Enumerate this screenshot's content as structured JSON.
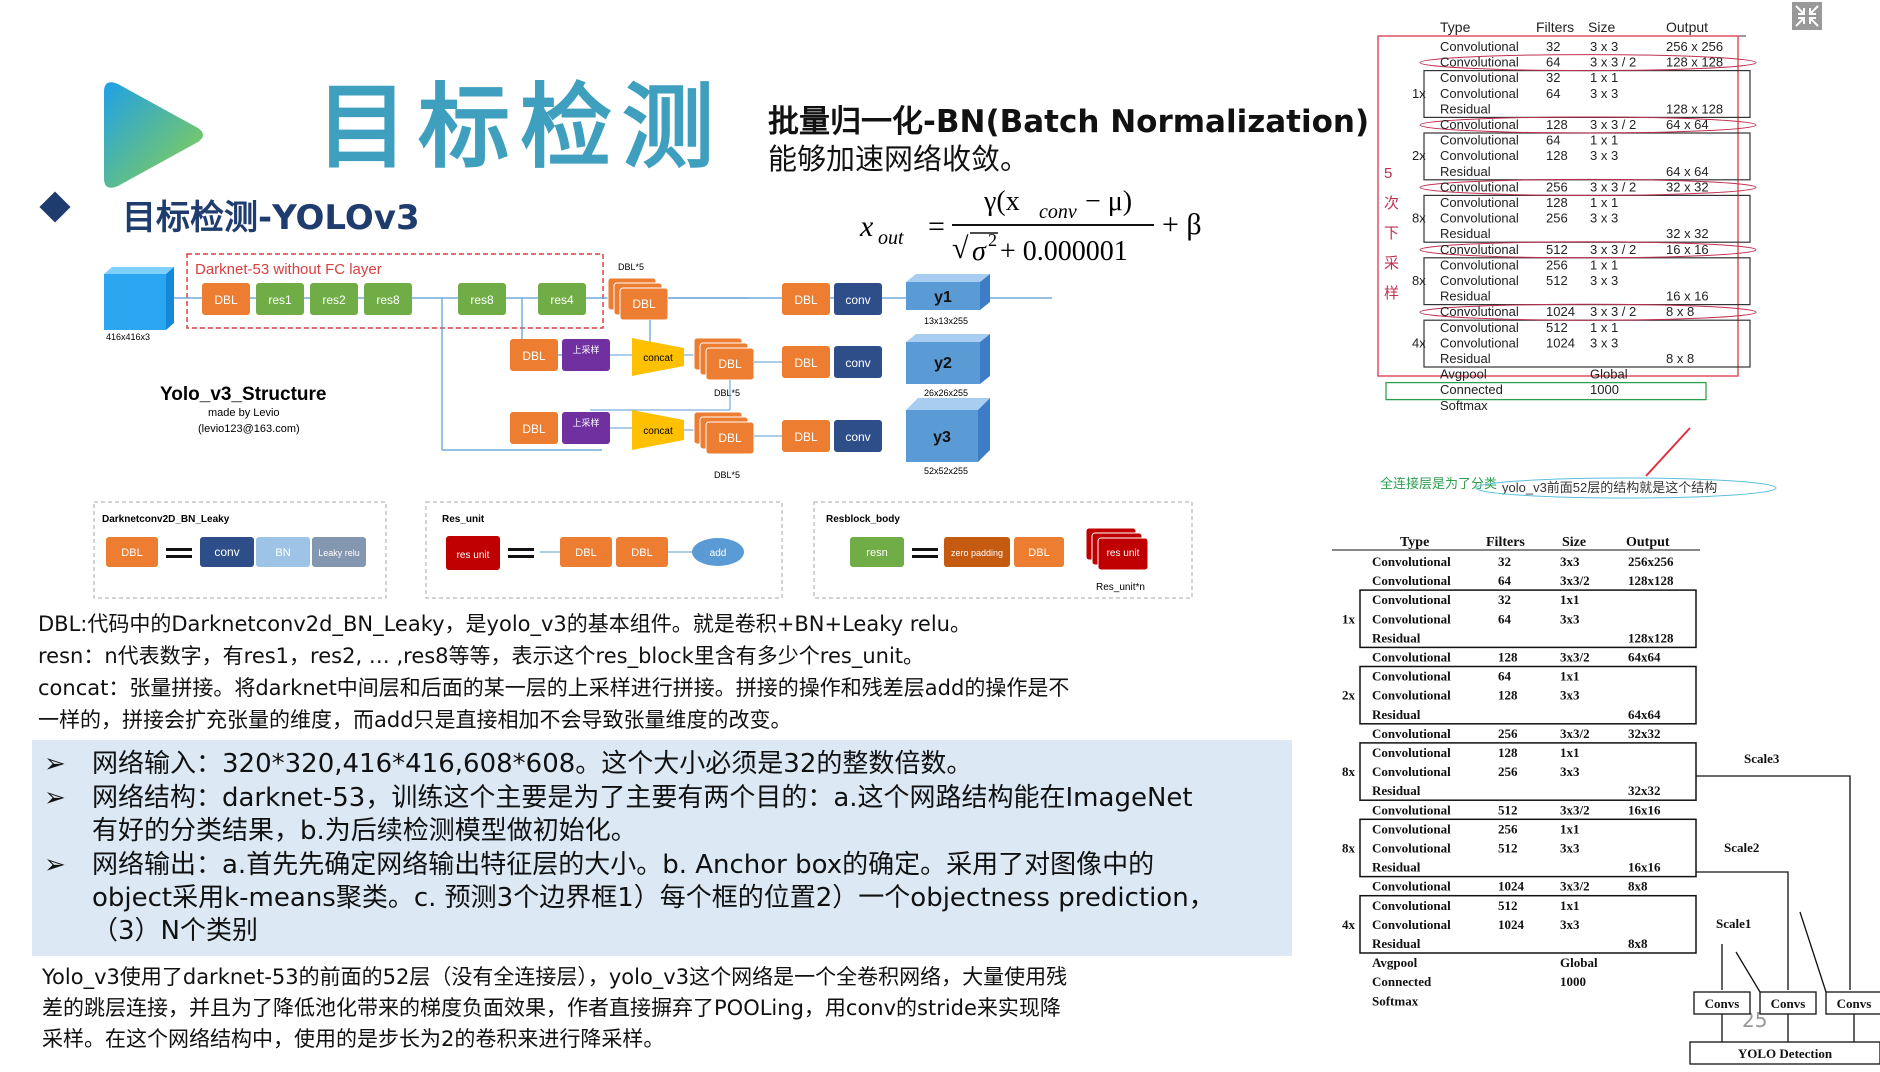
{
  "slide": {
    "title": "目标检测",
    "subtitle": "目标检测-YOLOv3",
    "page_number": "25"
  },
  "bn": {
    "title": "批量归一化-BN(Batch Normalization)",
    "subtitle": "能够加速网络收敛。",
    "formula": {
      "lhs": "x",
      "lhs_sub": "out",
      "eq": "=",
      "num": "γ(x",
      "num_sub": "conv",
      "num_tail": " − μ)",
      "den_root": "√",
      "den": "σ",
      "den_sup": "2",
      "den_tail": " + 0.000001",
      "tail": "+ β"
    }
  },
  "diagram": {
    "darknet_label": "Darknet-53 without FC layer",
    "input_label": "416x416x3",
    "backbone": [
      "DBL",
      "res1",
      "res2",
      "res8",
      "res8",
      "res4"
    ],
    "dbl5": "DBL*5",
    "dbl": "DBL",
    "conv": "conv",
    "upsample": "上采样",
    "concat": "concat",
    "outputs": [
      {
        "name": "y1",
        "size": "13x13x255"
      },
      {
        "name": "y2",
        "size": "26x26x255"
      },
      {
        "name": "y3",
        "size": "52x52x255"
      }
    ],
    "structure_title": "Yolo_v3_Structure",
    "made_by": "made by Levio",
    "email": "(levio123@163.com)",
    "legend": {
      "darknetconv": {
        "title": "Darknetconv2D_BN_Leaky",
        "items": [
          "DBL",
          "conv",
          "BN",
          "Leaky relu"
        ]
      },
      "res_unit": {
        "title": "Res_unit",
        "items": [
          "res unit",
          "DBL",
          "DBL",
          "add"
        ]
      },
      "resblock": {
        "title": "Resblock_body",
        "items": [
          "resn",
          "zero padding",
          "DBL",
          "res unit"
        ],
        "caption": "Res_unit*n"
      }
    }
  },
  "descriptions": [
    "DBL:代码中的Darknetconv2d_BN_Leaky，是yolo_v3的基本组件。就是卷积+BN+Leaky relu。",
    "resn：n代表数字，有res1，res2, … ,res8等等，表示这个res_block里含有多少个res_unit。",
    "concat：张量拼接。将darknet中间层和后面的某一层的上采样进行拼接。拼接的操作和残差层add的操作是不",
    "一样的，拼接会扩充张量的维度，而add只是直接相加不会导致张量维度的改变。"
  ],
  "bullets": [
    {
      "lines": [
        "网络输入：320*320,416*416,608*608。这个大小必须是32的整数倍数。"
      ]
    },
    {
      "lines": [
        "网络结构：darknet-53，训练这个主要是为了主要有两个目的：a.这个网路结构能在ImageNet",
        "有好的分类结果，b.为后续检测模型做初始化。"
      ]
    },
    {
      "lines": [
        "网络输出：a.首先先确定网络输出特征层的大小。b. Anchor box的确定。采用了对图像中的",
        "object采用k-means聚类。c. 预测3个边界框1）每个框的位置2）一个objectness prediction，",
        "（3）N个类别"
      ]
    }
  ],
  "footer": [
    "Yolo_v3使用了darknet-53的前面的52层（没有全连接层），yolo_v3这个网络是一个全卷积网络，大量使用残",
    "差的跳层连接，并且为了降低池化带来的梯度负面效果，作者直接摒弃了POOLing，用conv的stride来实现降",
    "采样。在这个网络结构中，使用的是步长为2的卷积来进行降采样。"
  ],
  "table_top": {
    "headers": [
      "Type",
      "Filters",
      "Size",
      "Output"
    ],
    "rows": [
      [
        "",
        "Convolutional",
        "32",
        "3 x 3",
        "256 x 256"
      ],
      [
        "",
        "Convolutional",
        "64",
        "3 x 3 / 2",
        "128 x 128"
      ],
      [
        "",
        "Convolutional",
        "32",
        "1 x 1",
        ""
      ],
      [
        "1x",
        "Convolutional",
        "64",
        "3 x 3",
        ""
      ],
      [
        "",
        "Residual",
        "",
        "",
        "128 x 128"
      ],
      [
        "",
        "Convolutional",
        "128",
        "3 x 3 / 2",
        "64 x 64"
      ],
      [
        "",
        "Convolutional",
        "64",
        "1 x 1",
        ""
      ],
      [
        "2x",
        "Convolutional",
        "128",
        "3 x 3",
        ""
      ],
      [
        "",
        "Residual",
        "",
        "",
        "64 x 64"
      ],
      [
        "",
        "Convolutional",
        "256",
        "3 x 3 / 2",
        "32 x 32"
      ],
      [
        "",
        "Convolutional",
        "128",
        "1 x 1",
        ""
      ],
      [
        "8x",
        "Convolutional",
        "256",
        "3 x 3",
        ""
      ],
      [
        "",
        "Residual",
        "",
        "",
        "32 x 32"
      ],
      [
        "",
        "Convolutional",
        "512",
        "3 x 3 / 2",
        "16 x 16"
      ],
      [
        "",
        "Convolutional",
        "256",
        "1 x 1",
        ""
      ],
      [
        "8x",
        "Convolutional",
        "512",
        "3 x 3",
        ""
      ],
      [
        "",
        "Residual",
        "",
        "",
        "16 x 16"
      ],
      [
        "",
        "Convolutional",
        "1024",
        "3 x 3 / 2",
        "8 x 8"
      ],
      [
        "",
        "Convolutional",
        "512",
        "1 x 1",
        ""
      ],
      [
        "4x",
        "Convolutional",
        "1024",
        "3 x 3",
        ""
      ],
      [
        "",
        "Residual",
        "",
        "",
        "8 x 8"
      ],
      [
        "",
        "Avgpool",
        "",
        "Global",
        ""
      ],
      [
        "",
        "Connected",
        "",
        "1000",
        ""
      ],
      [
        "",
        "Softmax",
        "",
        "",
        ""
      ]
    ],
    "side_note": "5次下采样",
    "fc_note": "全连接层是为了分类",
    "struct_note": "yolo_v3前面52层的结构就是这个结构"
  },
  "table_bottom": {
    "headers": [
      "Type",
      "Filters",
      "Size",
      "Output"
    ],
    "rows": [
      [
        "",
        "Convolutional",
        "32",
        "3x3",
        "256x256"
      ],
      [
        "",
        "Convolutional",
        "64",
        "3x3/2",
        "128x128"
      ],
      [
        "",
        "Convolutional",
        "32",
        "1x1",
        ""
      ],
      [
        "1x",
        "Convolutional",
        "64",
        "3x3",
        ""
      ],
      [
        "",
        "Residual",
        "",
        "",
        "128x128"
      ],
      [
        "",
        "Convolutional",
        "128",
        "3x3/2",
        "64x64"
      ],
      [
        "",
        "Convolutional",
        "64",
        "1x1",
        ""
      ],
      [
        "2x",
        "Convolutional",
        "128",
        "3x3",
        ""
      ],
      [
        "",
        "Residual",
        "",
        "",
        "64x64"
      ],
      [
        "",
        "Convolutional",
        "256",
        "3x3/2",
        "32x32"
      ],
      [
        "",
        "Convolutional",
        "128",
        "1x1",
        ""
      ],
      [
        "8x",
        "Convolutional",
        "256",
        "3x3",
        ""
      ],
      [
        "",
        "Residual",
        "",
        "",
        "32x32"
      ],
      [
        "",
        "Convolutional",
        "512",
        "3x3/2",
        "16x16"
      ],
      [
        "",
        "Convolutional",
        "256",
        "1x1",
        ""
      ],
      [
        "8x",
        "Convolutional",
        "512",
        "3x3",
        ""
      ],
      [
        "",
        "Residual",
        "",
        "",
        "16x16"
      ],
      [
        "",
        "Convolutional",
        "1024",
        "3x3/2",
        "8x8"
      ],
      [
        "",
        "Convolutional",
        "512",
        "1x1",
        ""
      ],
      [
        "4x",
        "Convolutional",
        "1024",
        "3x3",
        ""
      ],
      [
        "",
        "Residual",
        "",
        "",
        "8x8"
      ],
      [
        "",
        "Avgpool",
        "",
        "Global",
        ""
      ],
      [
        "",
        "Connected",
        "",
        "1000",
        ""
      ],
      [
        "",
        "Softmax",
        "",
        "",
        ""
      ]
    ],
    "scales": [
      "Scale1",
      "Scale2",
      "Scale3"
    ],
    "convs": "Convs",
    "detection": "YOLO Detection"
  }
}
